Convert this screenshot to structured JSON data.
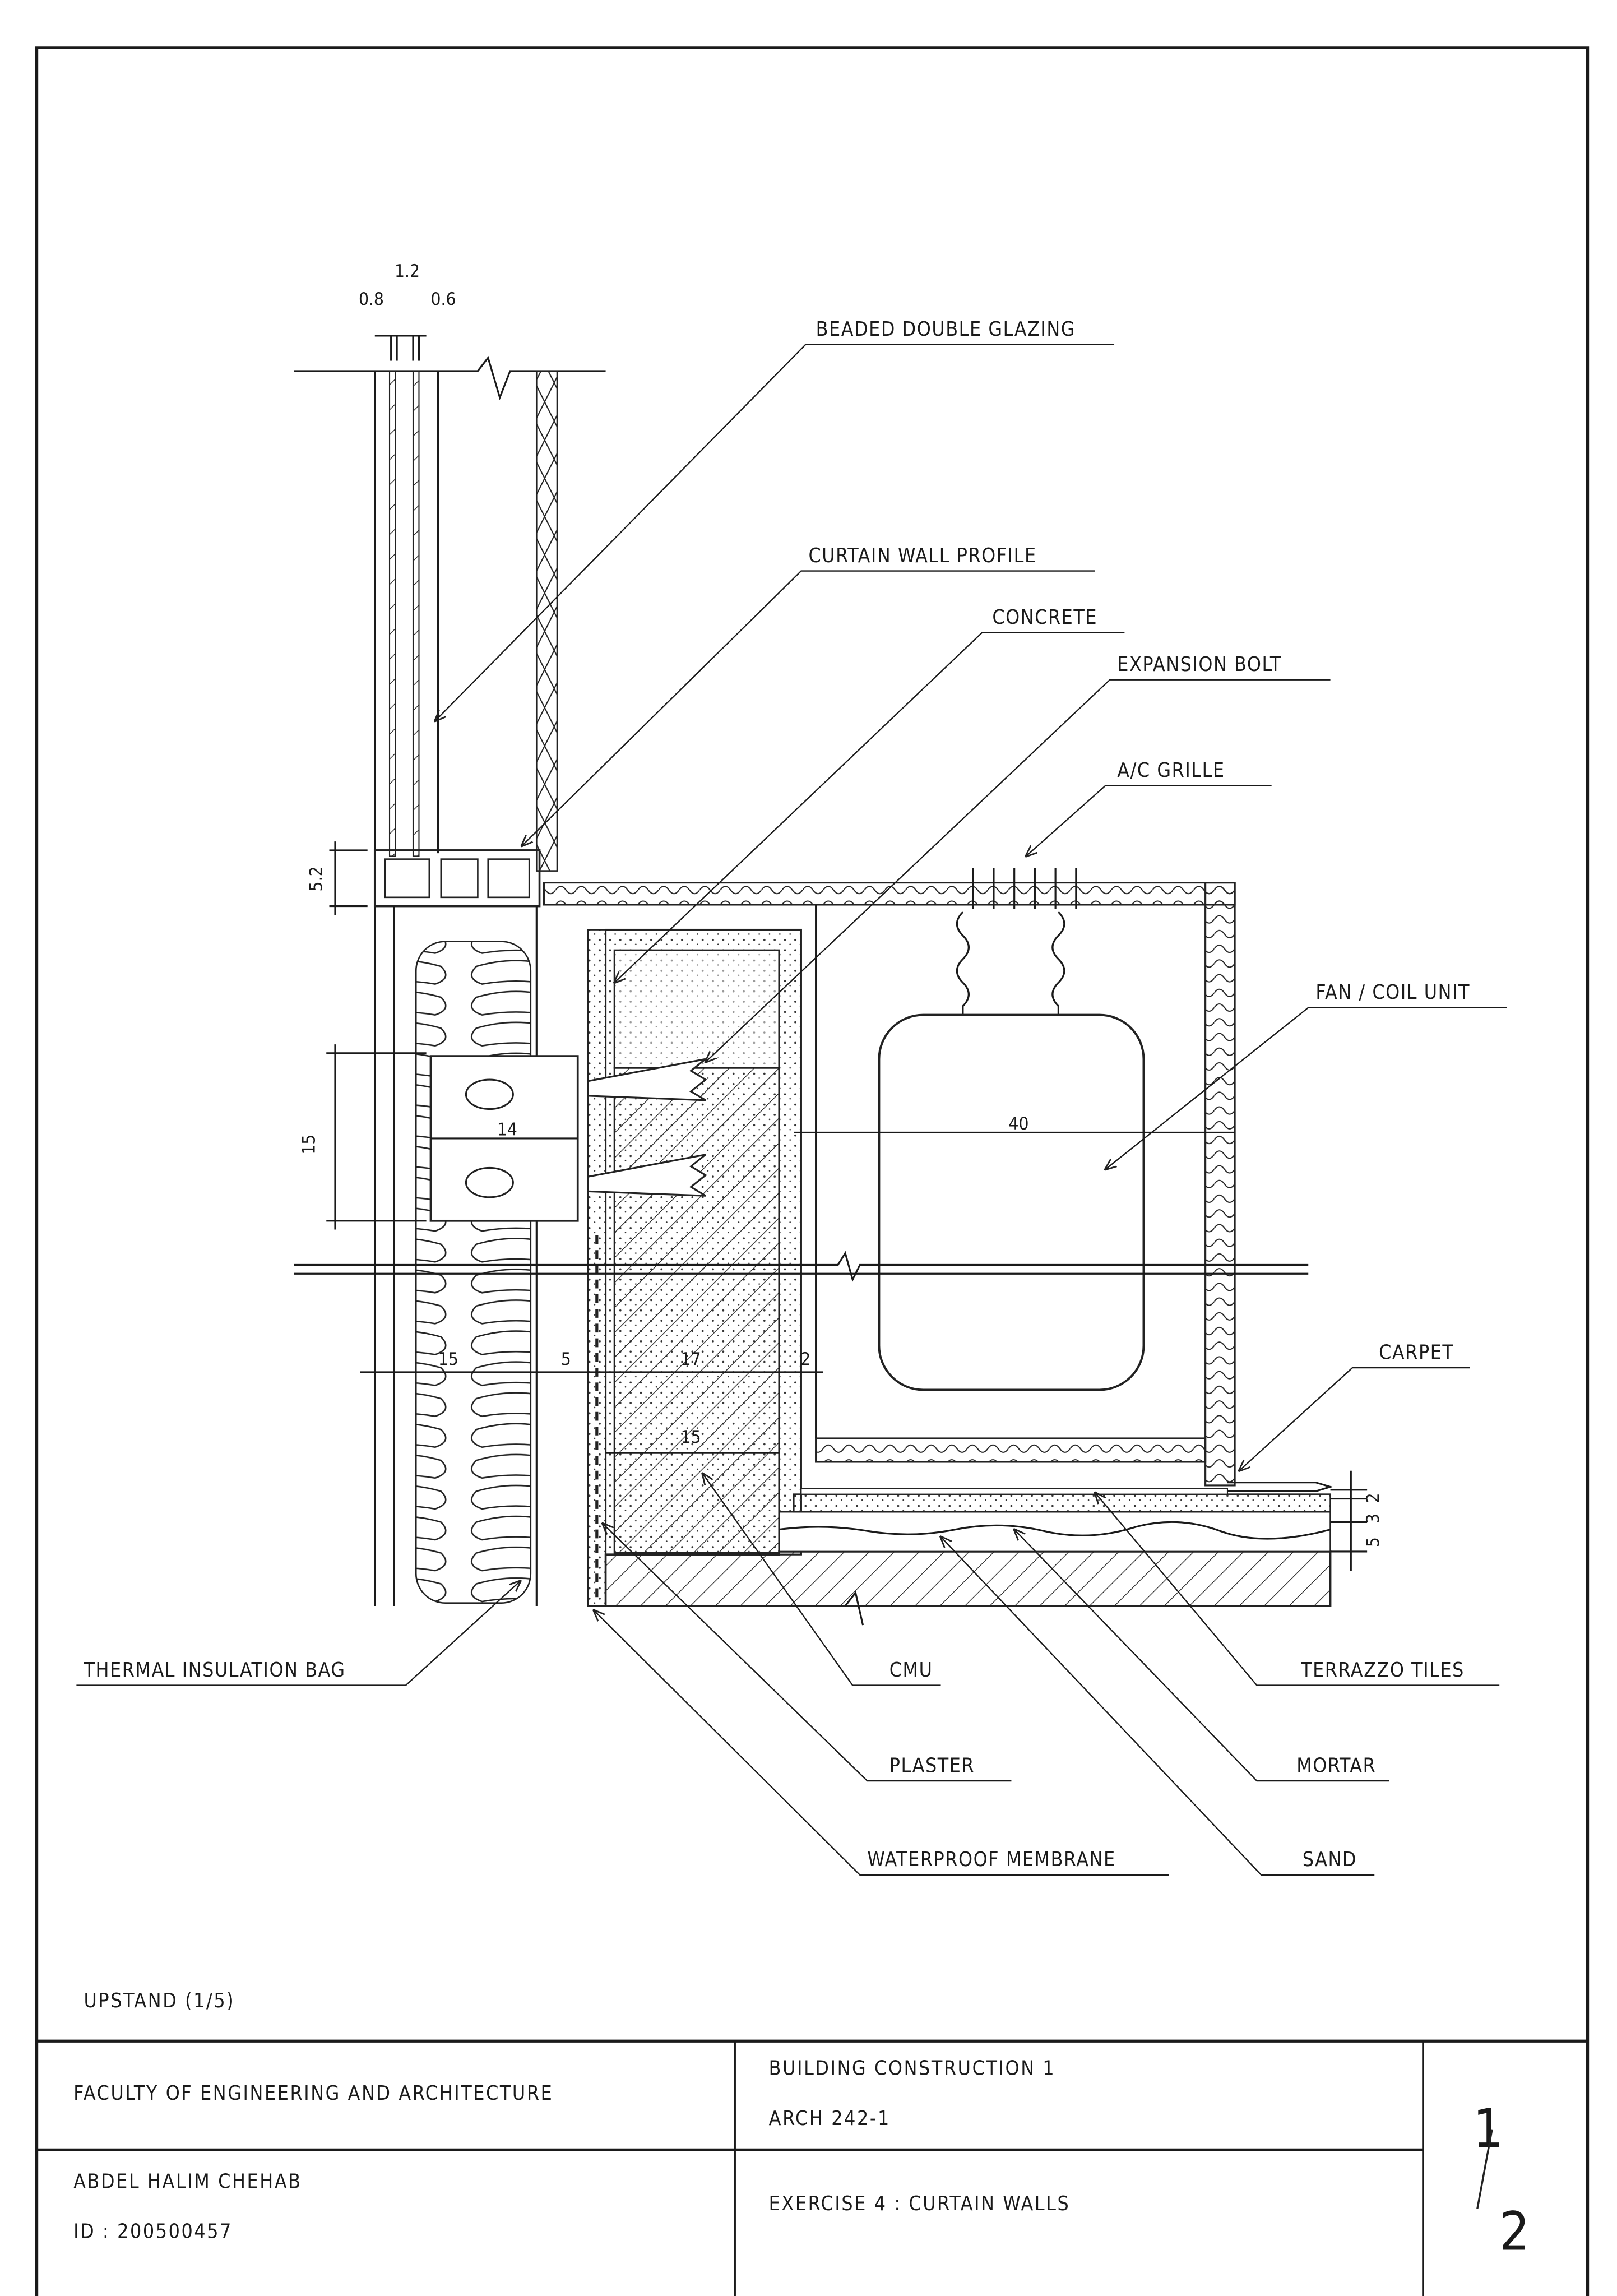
{
  "drawing": {
    "title": "UPSTAND (1/5)",
    "labels": {
      "beaded_double_glazing": "BEADED DOUBLE GLAZING",
      "curtain_wall_profile": "CURTAIN WALL PROFILE",
      "concrete": "CONCRETE",
      "expansion_bolt": "EXPANSION BOLT",
      "ac_grille": "A/C GRILLE",
      "fan_coil_unit": "FAN / COIL UNIT",
      "carpet": "CARPET",
      "thermal_insulation_bag": "THERMAL INSULATION BAG",
      "cmu": "CMU",
      "plaster": "PLASTER",
      "waterproof_membrane": "WATERPROOF MEMBRANE",
      "terrazzo_tiles": "TERRAZZO TILES",
      "mortar": "MORTAR",
      "sand": "SAND"
    },
    "dimensions": {
      "glass_total": "1.2",
      "glass_left": "0.8",
      "glass_right": "0.6",
      "profile_height": "5.2",
      "bracket_height": "15",
      "bracket_width": "14",
      "unit_width": "40",
      "insulation": "15",
      "gap": "5",
      "wall": "17",
      "plaster": "2",
      "cmu": "15",
      "floor_sand": "5",
      "floor_mortar": "3",
      "floor_tile": "2"
    }
  },
  "title_block": {
    "institution": "FACULTY OF ENGINEERING AND ARCHITECTURE",
    "course": "BUILDING CONSTRUCTION 1",
    "course_code": "ARCH 242-1",
    "student_name": "ABDEL HALIM   CHEHAB",
    "student_id": "ID :  200500457",
    "exercise": "EXERCISE 4 :  CURTAIN WALLS",
    "sheet_number": "1",
    "sheet_total": "2"
  }
}
